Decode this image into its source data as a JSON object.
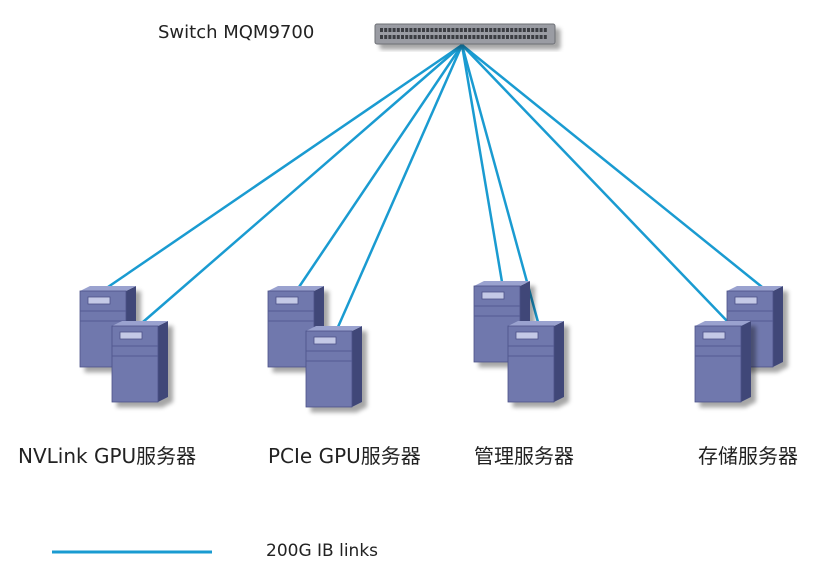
{
  "switch": {
    "label": "Switch MQM9700"
  },
  "groups": [
    {
      "label": "NVLink GPU服务器"
    },
    {
      "label": "PCIe GPU服务器"
    },
    {
      "label": "管理服务器"
    },
    {
      "label": "存储服务器"
    }
  ],
  "legend": {
    "label": "200G IB links"
  },
  "colors": {
    "link": "#1a9bd1",
    "server_front": "#6f78ad",
    "server_side": "#3f4678",
    "server_top": "#9aa2cf",
    "switch_body": "#9a9ca3"
  }
}
